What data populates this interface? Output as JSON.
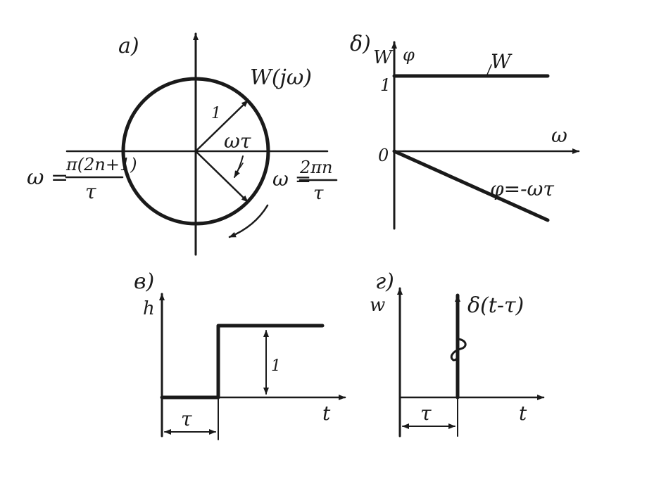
{
  "panel_a": {
    "label": "а)",
    "curve_label": "W(jω)",
    "radius_label": "1",
    "angle_label": "ωτ",
    "left_omega": "ω =",
    "left_numerator": "π(2n+1)",
    "left_denominator": "τ",
    "right_omega": "ω =",
    "right_numerator": "2πn",
    "right_denominator": "τ"
  },
  "panel_b": {
    "label": "δ)",
    "y_label_w": "W",
    "y_label_phi": "φ",
    "tick_one": "1",
    "tick_zero": "0",
    "x_label": "ω",
    "line_w_label": "W",
    "line_phi_label": "φ=-ωτ"
  },
  "panel_c": {
    "label": "в)",
    "y_label": "h",
    "step_label": "1",
    "delay_label": "τ",
    "x_label": "t"
  },
  "panel_d": {
    "label": "г)",
    "y_label": "w",
    "impulse_label": "δ(t-τ)",
    "delay_label": "τ",
    "x_label": "t"
  },
  "colors": {
    "ink": "#1a1a1a",
    "paper": "#ffffff"
  }
}
